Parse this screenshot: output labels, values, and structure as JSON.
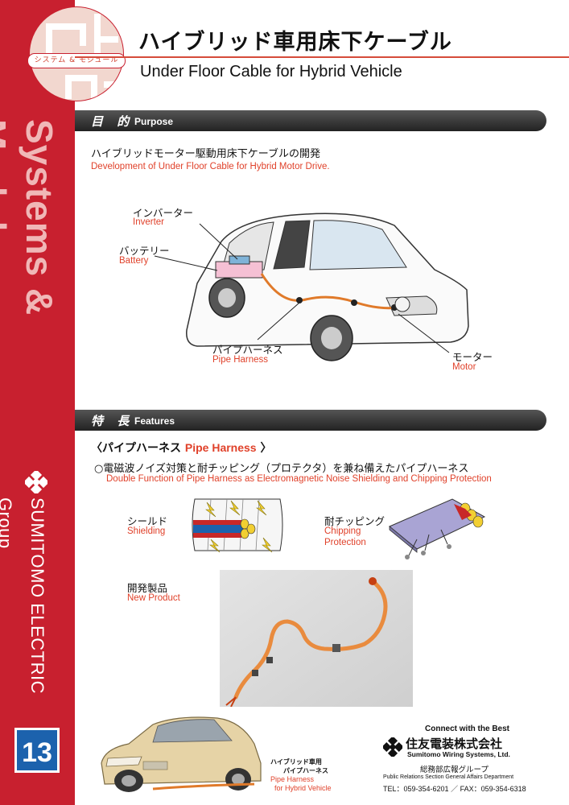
{
  "sidebar": {
    "badge_label": "システム & モジュール",
    "vertical_title": "Systems & Modules",
    "company_vertical": "SUMITOMO ELECTRIC Group",
    "page_number": "13",
    "accent_color": "#c8202f",
    "page_number_color": "#1c62ad"
  },
  "header": {
    "title_jp": "ハイブリッド車用床下ケーブル",
    "title_en": "Under Floor Cable for Hybrid Vehicle"
  },
  "purpose": {
    "label_jp": "目 的",
    "label_en": "Purpose",
    "text_jp": "ハイブリッドモーター駆動用床下ケーブルの開発",
    "text_en": "Development of Under Floor Cable for Hybrid Motor Drive.",
    "callouts": {
      "inverter_jp": "インバーター",
      "inverter_en": "Inverter",
      "battery_jp": "バッテリー",
      "battery_en": "Battery",
      "pipe_harness_jp": "パイプハーネス",
      "pipe_harness_en": "Pipe Harness",
      "motor_jp": "モーター",
      "motor_en": "Motor"
    }
  },
  "features": {
    "label_jp": "特 長",
    "label_en": "Features",
    "heading_jp": "〈パイプハーネス",
    "heading_en": "Pipe Harness",
    "heading_close": "〉",
    "bullet_jp": "○電磁波ノイズ対策と耐チッピング（プロテクタ）を兼ね備えたパイプハーネス",
    "bullet_en": "Double Function of Pipe Harness as Electromagnetic Noise Shielding and Chipping Protection",
    "shielding_jp": "シールド",
    "shielding_en": "Shielding",
    "chipping_jp": "耐チッピング",
    "chipping_en_1": "Chipping",
    "chipping_en_2": "Protection",
    "new_product_jp": "開発製品",
    "new_product_en": "New Product"
  },
  "bottom_car": {
    "label_jp_1": "ハイブリッド車用",
    "label_jp_2": "パイプハーネス",
    "label_en_1": "Pipe Harness",
    "label_en_2": "for Hybrid Vehicle"
  },
  "footer": {
    "tagline": "Connect with the Best",
    "company_jp": "住友電装株式会社",
    "company_en": "Sumitomo Wiring Systems, Ltd.",
    "dept_jp": "総務部広報グループ",
    "dept_en": "Public Relations Section General Affairs Department",
    "tel": "TEL：059-354-6201",
    "sep": "／",
    "fax": "FAX：059-354-6318"
  }
}
